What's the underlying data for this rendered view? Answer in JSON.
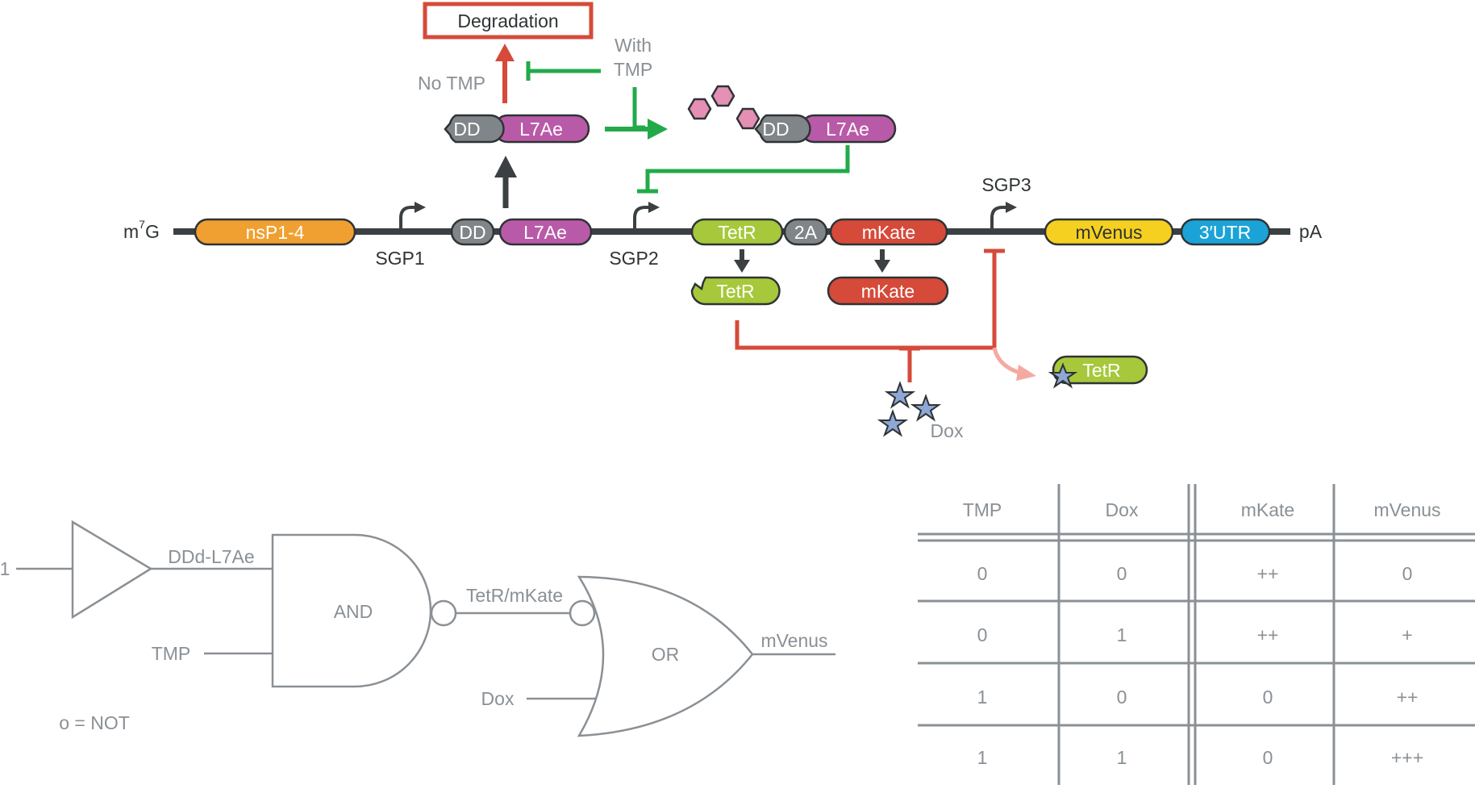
{
  "colors": {
    "backbone": "#3b4043",
    "orange": "#f0a030",
    "purple": "#b95aa8",
    "grey_domain": "#7f8588",
    "green_domain": "#a6c83a",
    "red_domain": "#d64a3a",
    "yellow_domain": "#f5d020",
    "blue_domain": "#1ba3d8",
    "green_arrow": "#22aa4a",
    "red_arrow": "#d64a3a",
    "pink_arrow": "#f4aaa0",
    "tmp_hexagon": "#e58fb4",
    "dox_star": "#8ea7d4",
    "gate_grey": "#8a9095"
  },
  "construct": {
    "cap": "m",
    "cap_superscript": "7",
    "cap_suffix": "G",
    "tail": "pA",
    "nsp": "nsP1-4",
    "dd1": "DD",
    "l7ae1": "L7Ae",
    "tetr": "TetR",
    "t2a": "2A",
    "mkate": "mKate",
    "mvenus": "mVenus",
    "utr": "3′UTR",
    "sgp1": "SGP1",
    "sgp2": "SGP2",
    "sgp3": "SGP3"
  },
  "upper": {
    "degradation": "Degradation",
    "no_tmp": "No TMP",
    "with_tmp_line1": "With",
    "with_tmp_line2": "TMP",
    "dd_left": "DD",
    "l7ae_left": "L7Ae",
    "dd_right": "DD",
    "l7ae_right": "L7Ae"
  },
  "products": {
    "tetr": "TetR",
    "mkate": "mKate",
    "tetr_dox": "TetR",
    "dox": "Dox"
  },
  "logic": {
    "input": "1",
    "buffer_output": "DDd-L7Ae",
    "and_gate": "AND",
    "tmp": "TMP",
    "and_output": "TetR/mKate",
    "or_gate": "OR",
    "dox": "Dox",
    "or_output": "mVenus",
    "legend": "o = NOT"
  },
  "truth_table": {
    "headers": [
      "TMP",
      "Dox",
      "mKate",
      "mVenus"
    ],
    "rows": [
      [
        "0",
        "0",
        "++",
        "0"
      ],
      [
        "0",
        "1",
        "++",
        "+"
      ],
      [
        "1",
        "0",
        "0",
        "++"
      ],
      [
        "1",
        "1",
        "0",
        "+++"
      ]
    ]
  }
}
